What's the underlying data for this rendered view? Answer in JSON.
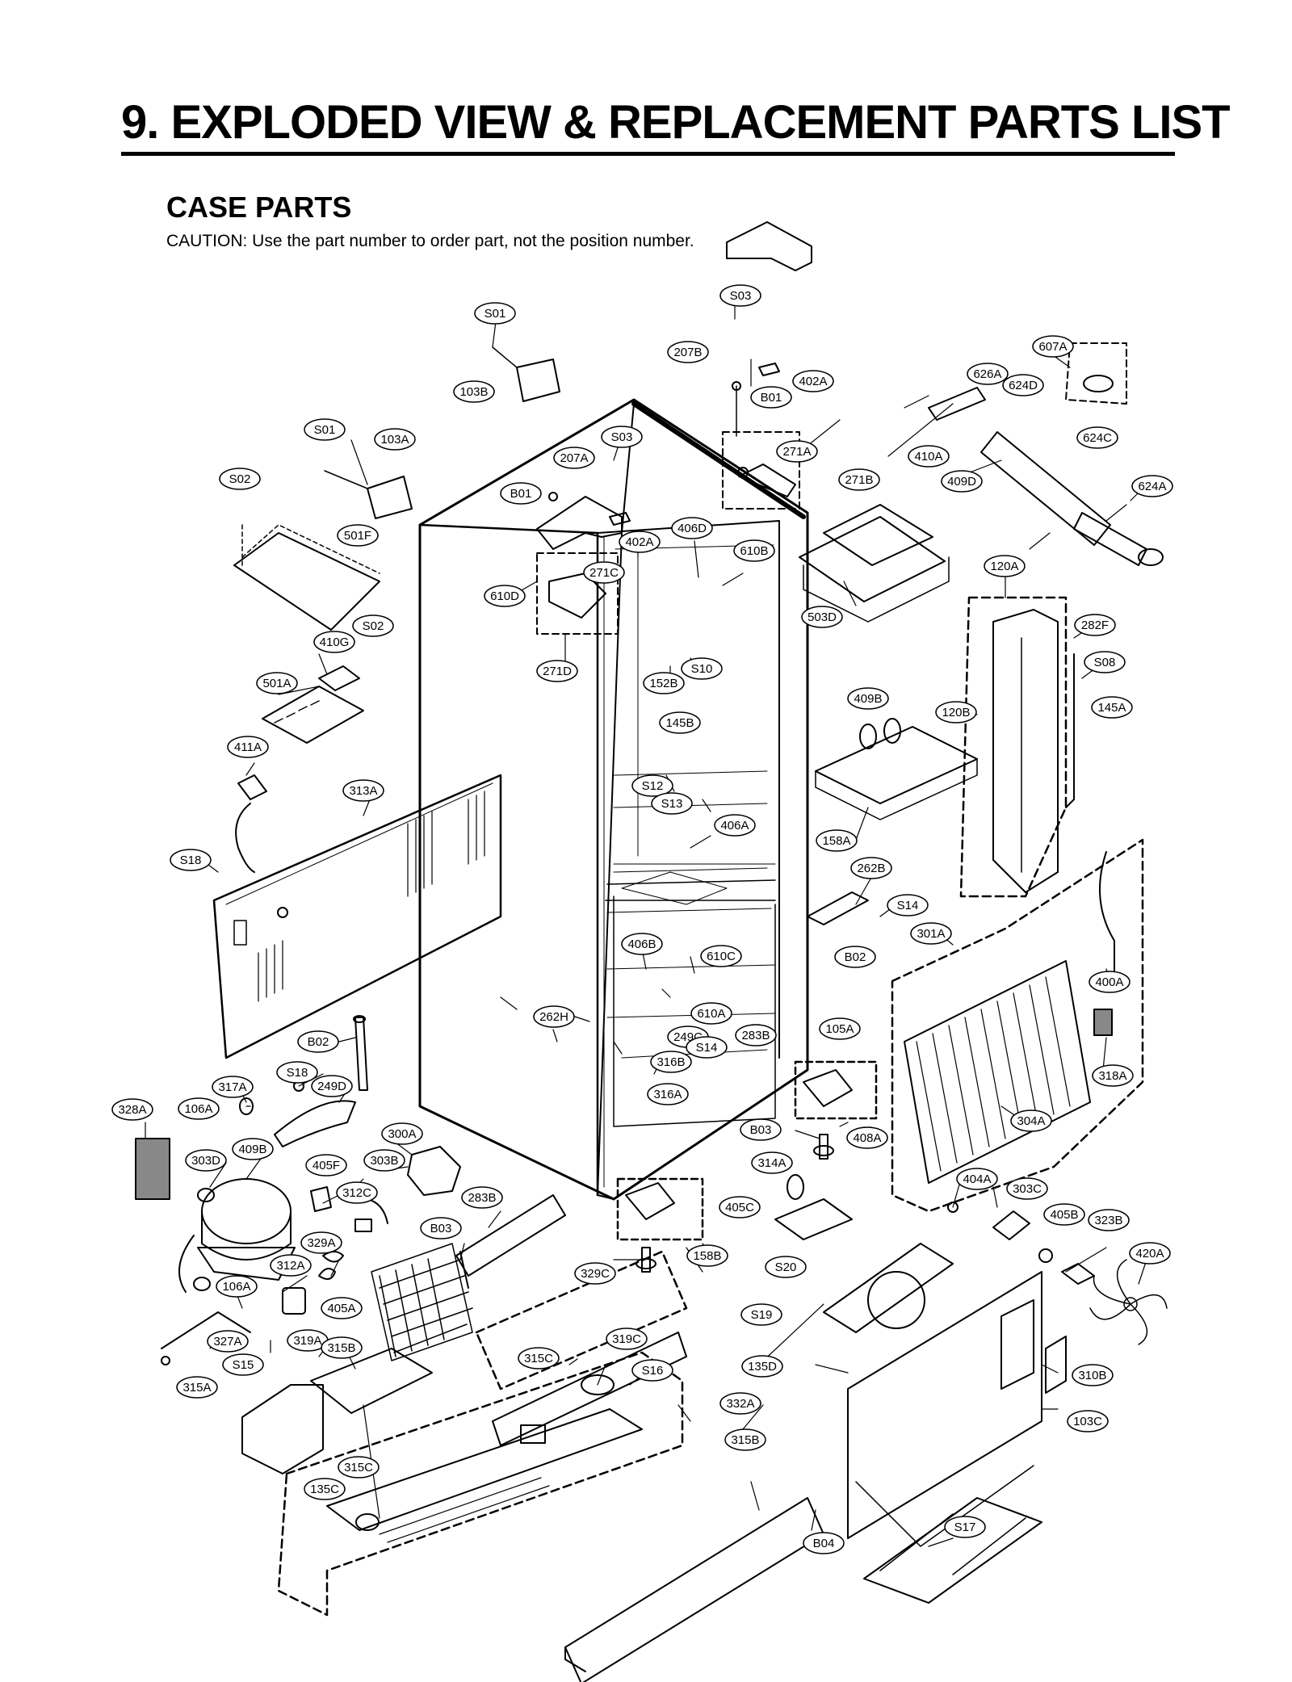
{
  "header": {
    "title": "9. EXPLODED VIEW & REPLACEMENT PARTS LIST",
    "section": "CASE PARTS",
    "caution": "CAUTION: Use the part number to order part, not the position number."
  },
  "callouts": [
    "S01",
    "S03",
    "207B",
    "402A",
    "B01",
    "607A",
    "626A",
    "624D",
    "103B",
    "S01",
    "103A",
    "S03",
    "207A",
    "271A",
    "410A",
    "624C",
    "S02",
    "B01",
    "271B",
    "409D",
    "624A",
    "501F",
    "402A",
    "406D",
    "610B",
    "271C",
    "610D",
    "503D",
    "120A",
    "S02",
    "410G",
    "282F",
    "271D",
    "S10",
    "S08",
    "152B",
    "501A",
    "409B",
    "120B",
    "145A",
    "145B",
    "411A",
    "S12",
    "313A",
    "S13",
    "406A",
    "158A",
    "S18",
    "262B",
    "S14",
    "301A",
    "406B",
    "610C",
    "B02",
    "400A",
    "262H",
    "610A",
    "249C",
    "283B",
    "105A",
    "B02",
    "S14",
    "316B",
    "318A",
    "S18",
    "317A",
    "249D",
    "316A",
    "328A",
    "106A",
    "B03",
    "408A",
    "304A",
    "300A",
    "409B",
    "314A",
    "303D",
    "303B",
    "405F",
    "404A",
    "303C",
    "312C",
    "283B",
    "405C",
    "405B",
    "323B",
    "B03",
    "158B",
    "S20",
    "329A",
    "420A",
    "312A",
    "106A",
    "329C",
    "405A",
    "S19",
    "327A",
    "319A",
    "315B",
    "319C",
    "S15",
    "315C",
    "S16",
    "135D",
    "310B",
    "315A",
    "332A",
    "103C",
    "315B",
    "315C",
    "135C",
    "S17",
    "B04"
  ]
}
